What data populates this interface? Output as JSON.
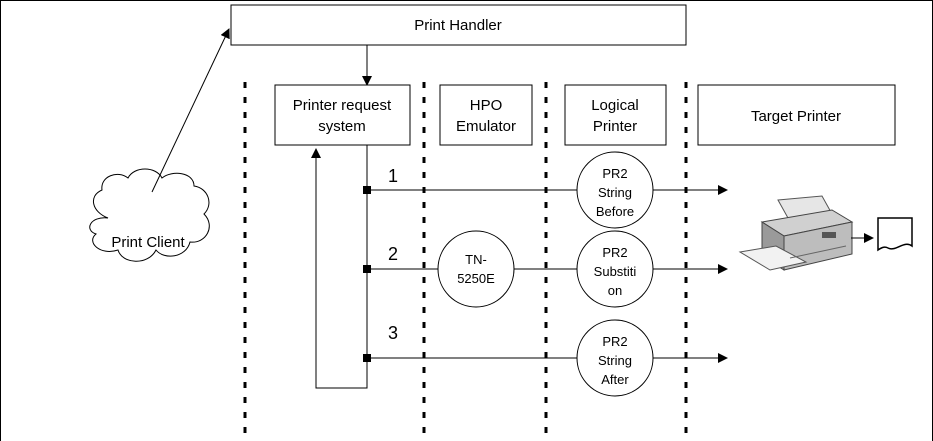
{
  "print_handler": {
    "label": "Print Handler"
  },
  "print_client": {
    "label": "Print Client"
  },
  "columns": {
    "printer_request": [
      "Printer request",
      "system"
    ],
    "hpo_emulator": [
      "HPO",
      "Emulator"
    ],
    "logical_printer": [
      "Logical",
      "Printer"
    ],
    "target_printer": [
      "Target Printer"
    ]
  },
  "paths": [
    {
      "number": "1",
      "pr2_lines": [
        "PR2",
        "String",
        "Before"
      ]
    },
    {
      "number": "2",
      "tn_lines": [
        "TN-",
        "5250E"
      ],
      "pr2_lines": [
        "PR2",
        "Substiti",
        "on"
      ]
    },
    {
      "number": "3",
      "pr2_lines": [
        "PR2",
        "String",
        "After"
      ]
    }
  ],
  "icons": [
    "printer-icon",
    "document-icon",
    "cloud-icon"
  ]
}
